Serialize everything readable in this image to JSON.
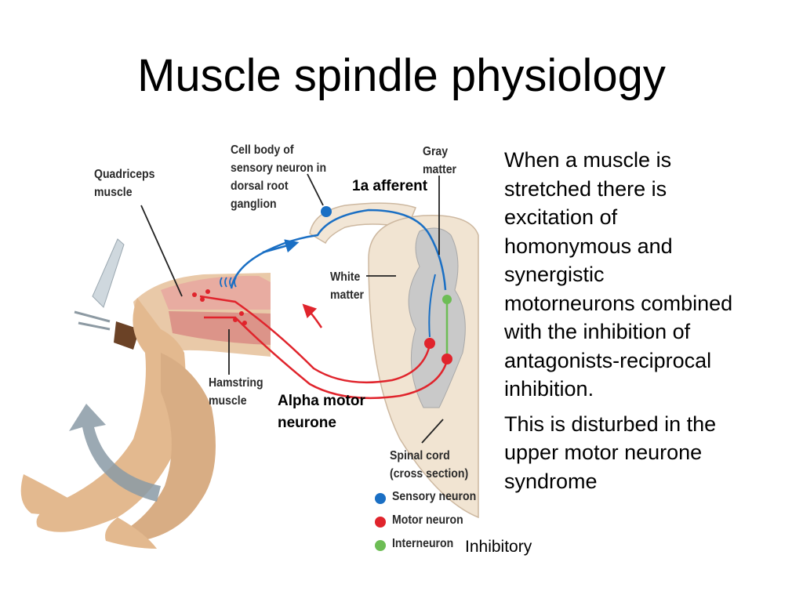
{
  "title": "Muscle spindle physiology",
  "diagram": {
    "labels": {
      "quadriceps": [
        "Quadriceps",
        "muscle"
      ],
      "cell_body": [
        "Cell body of",
        "sensory neuron in",
        "dorsal root",
        "ganglion"
      ],
      "gray_matter": [
        "Gray",
        "matter"
      ],
      "white_matter": [
        "White",
        "matter"
      ],
      "hamstring": [
        "Hamstring",
        "muscle"
      ],
      "spinal_cord": [
        "Spinal cord",
        "(cross section)"
      ]
    },
    "annotations": {
      "afferent": "1a afferent",
      "alpha_motor": [
        "Alpha motor",
        "neurone"
      ]
    },
    "legend": [
      {
        "label": "Sensory neuron",
        "color": "#1a6fc4"
      },
      {
        "label": "Motor neuron",
        "color": "#e0242c"
      },
      {
        "label": "Interneuron",
        "color": "#6dbd55"
      }
    ],
    "legend_extra": "Inhibitory"
  },
  "body_text": [
    [
      "When a muscle is",
      "stretched there is",
      "excitation of",
      "homonymous and",
      "synergistic",
      "motorneurons combined",
      "with the inhibition of",
      "antagonists-reciprocal",
      "inhibition."
    ],
    [
      "This is disturbed in the",
      "upper motor neurone",
      "syndrome"
    ]
  ]
}
